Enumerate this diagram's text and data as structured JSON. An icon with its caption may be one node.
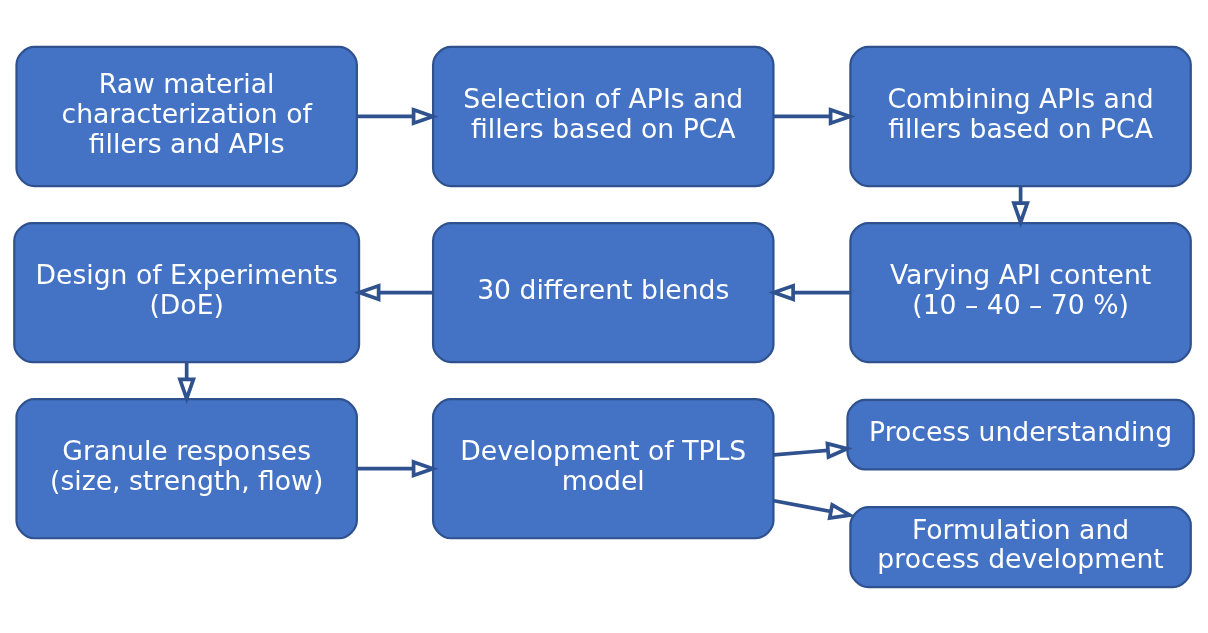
{
  "diagram": {
    "nodes": [
      {
        "text": [
          "Raw material characterization of fillers and APIs"
        ]
      },
      {
        "text": [
          "Selection of APIs and fillers based on PCA"
        ]
      },
      {
        "text": [
          "Combining APIs and fillers based on PCA"
        ]
      },
      {
        "text": [
          "Design of Experiments (DoE)"
        ]
      },
      {
        "text": [
          "30 different blends"
        ]
      },
      {
        "text": [
          "Varying API content (10 – 40 – 70 %)"
        ]
      },
      {
        "text": [
          "Granule responses (size, strength, flow)"
        ]
      },
      {
        "text": [
          "Development of TPLS model"
        ]
      },
      {
        "text": [
          "Process understanding"
        ]
      },
      {
        "text": [
          "Formulation and process development"
        ]
      }
    ],
    "edges": [
      {
        "from": 0,
        "to": 1,
        "arrow": "to"
      },
      {
        "from": 1,
        "to": 2,
        "arrow": "to"
      },
      {
        "from": 2,
        "to": 5,
        "arrow": "to"
      },
      {
        "from": 5,
        "to": 4,
        "arrow": "to"
      },
      {
        "from": 4,
        "to": 3,
        "arrow": "to"
      },
      {
        "from": 3,
        "to": 6,
        "arrow": "to"
      },
      {
        "from": 6,
        "to": 7,
        "arrow": "to"
      },
      {
        "from": 7,
        "to": 8,
        "arrow": "to"
      },
      {
        "from": 7,
        "to": 9,
        "arrow": "to"
      }
    ]
  }
}
